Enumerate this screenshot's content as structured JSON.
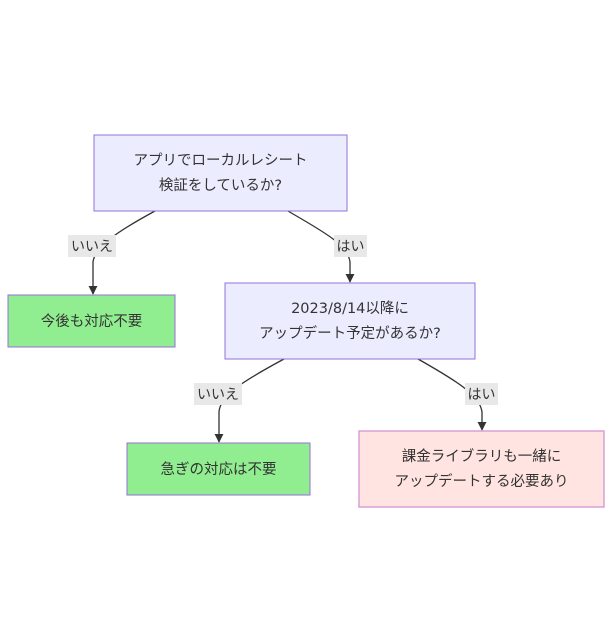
{
  "colors": {
    "decision_fill": "#ececff",
    "decision_stroke": "#9370db",
    "outcome_none_fill": "#90ee90",
    "outcome_none_stroke": "#9370db",
    "outcome_action_fill": "#ffe4e1",
    "outcome_action_stroke": "#d8a0d8",
    "edge_stroke": "#333333",
    "edge_label_bg": "#e8e8e8",
    "text": "#333333"
  },
  "nodes": {
    "q1": {
      "line1": "アプリでローカルレシート",
      "line2": "検証をしているか?"
    },
    "no_action": {
      "label": "今後も対応不要"
    },
    "q2": {
      "line1": "2023/8/14以降に",
      "line2": "アップデート予定があるか?"
    },
    "not_urgent": {
      "label": "急ぎの対応は不要"
    },
    "update_needed": {
      "line1": "課金ライブラリも一緒に",
      "line2": "アップデートする必要あり"
    }
  },
  "edges": {
    "q1_no": {
      "label": "いいえ"
    },
    "q1_yes": {
      "label": "はい"
    },
    "q2_no": {
      "label": "いいえ"
    },
    "q2_yes": {
      "label": "はい"
    }
  }
}
